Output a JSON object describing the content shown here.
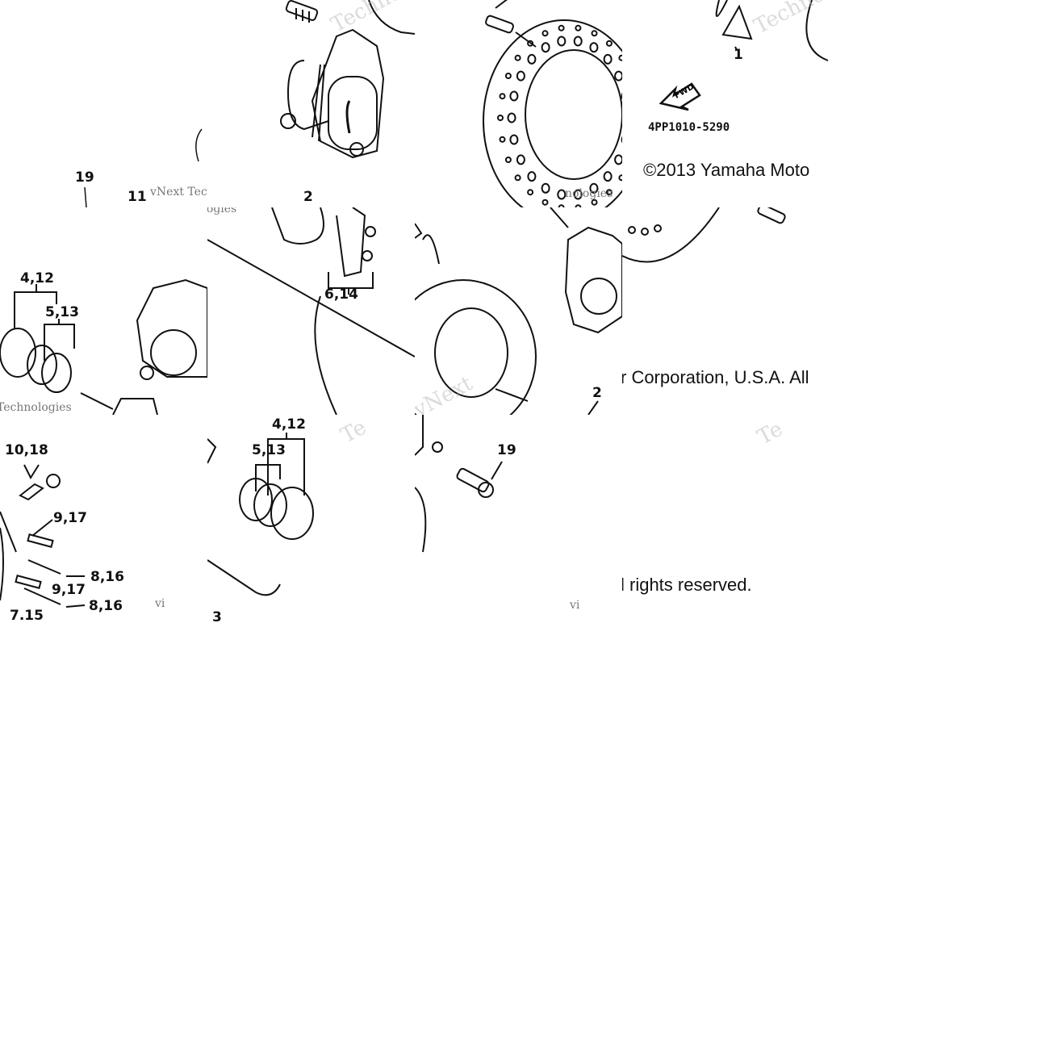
{
  "diagram": {
    "callouts": {
      "t1_19": "19",
      "t1_11": "11",
      "t2_2": "2",
      "t4_1": "1",
      "t5_4_12": "4,12",
      "t5_5_13": "5,13",
      "t6_6_14": "6,14",
      "t7_2": "2",
      "t9_10_18": "10,18",
      "t9_9_17a": "9,17",
      "t9_8_16a": "8,16",
      "t9_9_17b": "9,17",
      "t9_8_16b": "8,16",
      "t9_7_15": "7.15",
      "t10_4_12": "4,12",
      "t10_5_13": "5,13",
      "t10_3": "3",
      "t11_19": "19"
    },
    "fwd_label": "FWD",
    "part_number": "4PP1010-5290",
    "copyright_line1": "©2013 Yamaha Moto",
    "copyright_line2": "r Corporation, U.S.A. All",
    "copyright_line3": "l rights reserved.",
    "watermarks": {
      "w1": "vNext Tec",
      "w2": "Techno",
      "w3": "Techno",
      "w4": "ologies",
      "w5": "Technologies",
      "w6": "Te",
      "w7": "Te",
      "w8": "vi",
      "w9": "vi",
      "w10": "vNext",
      "w11": "nologies"
    }
  }
}
